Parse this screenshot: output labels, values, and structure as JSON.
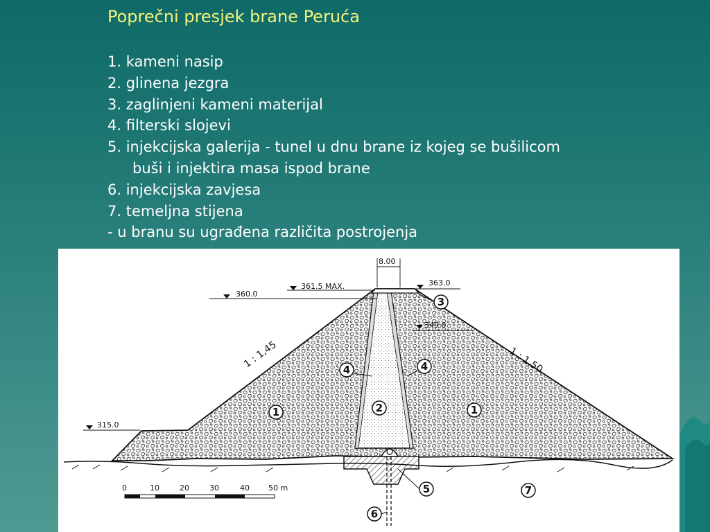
{
  "slide": {
    "title": "Poprečni presjek brane Peruća",
    "items": [
      "1. kameni nasip",
      "2. glinena jezgra",
      "3. zaglinjeni kameni materijal",
      "4. filterski slojevi",
      "5. injekcijska galerija - tunel u dnu brane iz kojeg se bušilicom",
      "buši i injektira masa ispod brane",
      "6. injekcijska zavjesa",
      "7. temeljna stijena",
      "- u branu su ugrađena različita postrojenja"
    ]
  },
  "figure": {
    "crest_width": "8.00",
    "levels": {
      "upstream_water": "360.0",
      "max_water": "361.5  MAX.",
      "crest": "363.0",
      "core_top": "349.0",
      "berm": "315.0"
    },
    "slopes": {
      "upstream": "1 : 1,45",
      "downstream": "1 : 1,50"
    },
    "markers": [
      "1",
      "1",
      "2",
      "3",
      "4",
      "4",
      "5",
      "6",
      "7"
    ],
    "scale": {
      "ticks": [
        "0",
        "10",
        "20",
        "30",
        "40",
        "50 m"
      ]
    }
  },
  "colors": {
    "title": "#f4f27a",
    "text": "#ffffff",
    "background_top": "#0e6a68",
    "background_bottom": "#4f9a92"
  }
}
